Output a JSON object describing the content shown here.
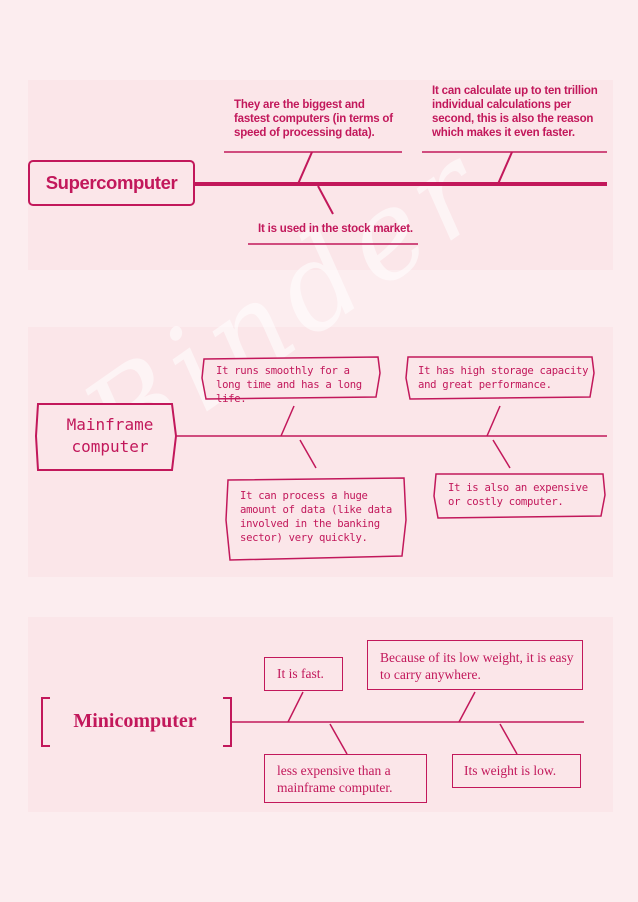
{
  "colors": {
    "accent": "#c2185b",
    "background": "#fcedef",
    "panel": "#fbe6e9"
  },
  "supercomputer": {
    "title": "Supercomputer",
    "facts": [
      "They are the biggest and fastest computers (in terms of speed of processing data).",
      "It can calculate up to ten trillion individual calculations per second, this is also the reason which makes it even faster.",
      "It is used in the stock market."
    ]
  },
  "mainframe": {
    "title_line1": "Mainframe",
    "title_line2": "computer",
    "facts": [
      "It runs smoothly for a long time and has a long life.",
      "It has high storage capacity and great performance.",
      "It can process a huge amount of data (like data involved in the banking sector) very quickly.",
      "It is also an expensive or costly computer."
    ]
  },
  "minicomputer": {
    "title": "Minicomputer",
    "facts": [
      "It is fast.",
      "Because of its low weight, it is easy to carry anywhere.",
      "less expensive than a mainframe computer.",
      "Its weight is low."
    ]
  }
}
